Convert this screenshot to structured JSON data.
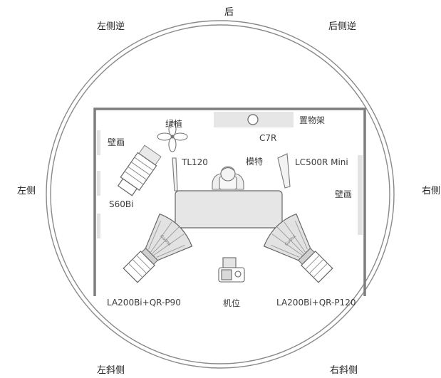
{
  "directions": {
    "back": "后",
    "left_back": "左侧逆",
    "right_back": "后侧逆",
    "left": "左侧",
    "right": "右侧",
    "left_front": "左斜侧",
    "right_front": "右斜侧"
  },
  "labels": {
    "shelf": "置物架",
    "c7r": "C7R",
    "plant": "绿植",
    "mural_left": "壁画",
    "mural_right": "壁画",
    "tl120": "TL120",
    "model": "模特",
    "lc500r": "LC500R Mini",
    "s60bi": "S60Bi",
    "la200_left": "LA200Bi+QR-P90",
    "camera": "机位",
    "la200_right": "LA200Bi+QR-P120"
  },
  "brand_text": "Godox",
  "colors": {
    "line": "#8a8a8a",
    "wall": "#7d7d7d",
    "fill_light": "#e6e6e6",
    "fill_mid": "#d2d2d2",
    "text": "#3a3a3a"
  }
}
